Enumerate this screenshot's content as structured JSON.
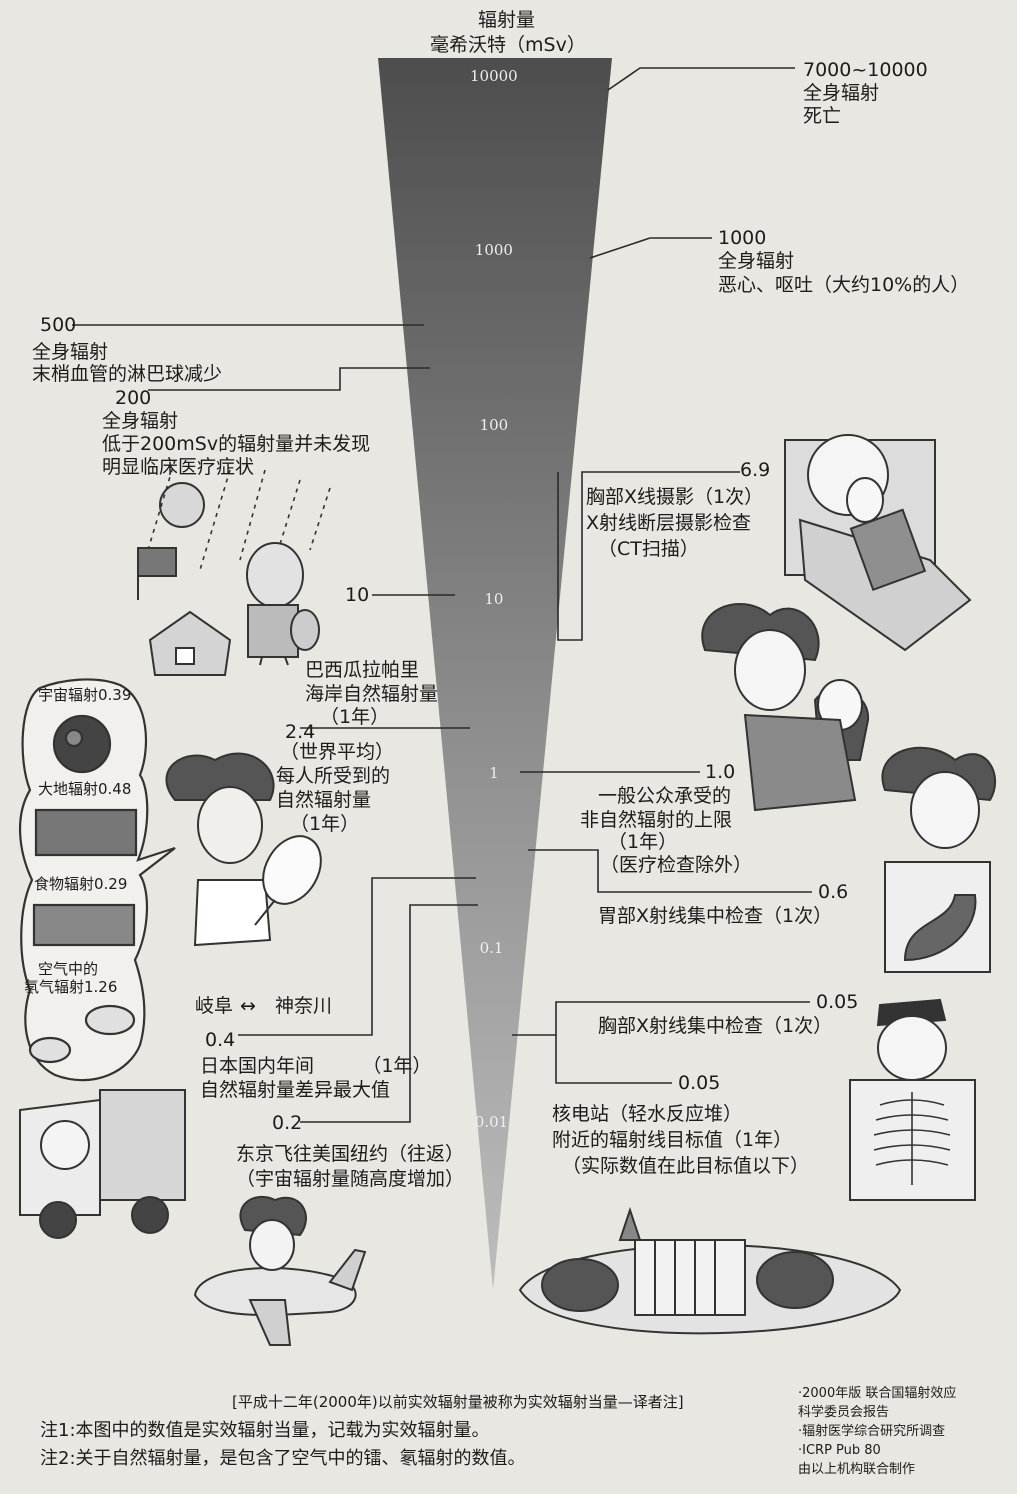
{
  "header": {
    "line1": "辐射量",
    "line2": "毫希沃特（mSv）"
  },
  "chart_data": {
    "type": "scale",
    "scale": "log",
    "unit": "mSv",
    "ticks": [
      {
        "label": "10000",
        "value": 10000
      },
      {
        "label": "1000",
        "value": 1000
      },
      {
        "label": "100",
        "value": 100
      },
      {
        "label": "10",
        "value": 10
      },
      {
        "label": "1",
        "value": 1
      },
      {
        "label": "0.1",
        "value": 0.1
      },
      {
        "label": "0.01",
        "value": 0.01
      }
    ],
    "right_annotations": [
      {
        "value_label": "7000~10000",
        "lines": [
          "全身辐射",
          "死亡"
        ]
      },
      {
        "value_label": "1000",
        "lines": [
          "全身辐射",
          "恶心、呕吐（大约10%的人）"
        ]
      },
      {
        "value_label": "6.9",
        "lines": [
          "胸部X线摄影（1次）",
          "X射线断层摄影检查",
          "（CT扫描）"
        ]
      },
      {
        "value_label": "1.0",
        "lines": [
          "一般公众承受的",
          "非自然辐射的上限",
          "（1年）",
          "（医疗检查除外）"
        ]
      },
      {
        "value_label": "0.6",
        "lines": [
          "胃部X射线集中检查（1次）"
        ]
      },
      {
        "value_label": "0.05",
        "lines": [
          "胸部X射线集中检查（1次）"
        ]
      },
      {
        "value_label": "0.05",
        "lines": [
          "核电站（轻水反应堆）",
          "附近的辐射线目标值（1年）",
          "（实际数值在此目标值以下）"
        ]
      }
    ],
    "left_annotations": [
      {
        "value_label": "500",
        "lines": [
          "全身辐射",
          "末梢血管的淋巴球减少"
        ]
      },
      {
        "value_label": "200",
        "lines": [
          "全身辐射",
          "低于200mSv的辐射量并未发现",
          "明显临床医疗症状"
        ]
      },
      {
        "value_label": "10",
        "lines": [
          "巴西瓜拉帕里",
          "海岸自然辐射量",
          "（1年）"
        ]
      },
      {
        "value_label": "2.4",
        "lines": [
          "（世界平均）",
          "每人所受到的",
          "自然辐射量",
          "（1年）"
        ]
      },
      {
        "value_label": "0.4",
        "lines": [
          "岐阜",
          "神奈川",
          "日本国内年间        （1年）",
          "自然辐射量差异最大值"
        ]
      },
      {
        "value_label": "0.2",
        "lines": [
          "东京飞往美国纽约（往返）",
          "（宇宙辐射量随高度增加）"
        ]
      }
    ],
    "natural_breakdown": [
      {
        "label": "宇宙辐射0.39"
      },
      {
        "label": "大地辐射0.48"
      },
      {
        "label": "食物辐射0.29"
      },
      {
        "label": "空气中的",
        "label2": "氡气辐射1.26"
      }
    ]
  },
  "footer": {
    "bracket": "[平成十二年(2000年)以前实效辐射量被称为实效辐射当量—译者注]",
    "note1": "注1:本图中的数值是实效辐射当量，记载为实效辐射量。",
    "note2": "注2:关于自然辐射量，是包含了空气中的镭、氡辐射的数值。",
    "sources": [
      "·2000年版 联合国辐射效应",
      "科学委员会报告",
      "·辐射医学综合研究所调查",
      "·ICRP Pub 80",
      "由以上机构联合制作"
    ]
  },
  "colors": {
    "wedge_top": "#4a4a4a",
    "wedge_bottom": "#b5b5b5",
    "paper": "#e9e7e2",
    "ink": "#1c1c1c"
  }
}
